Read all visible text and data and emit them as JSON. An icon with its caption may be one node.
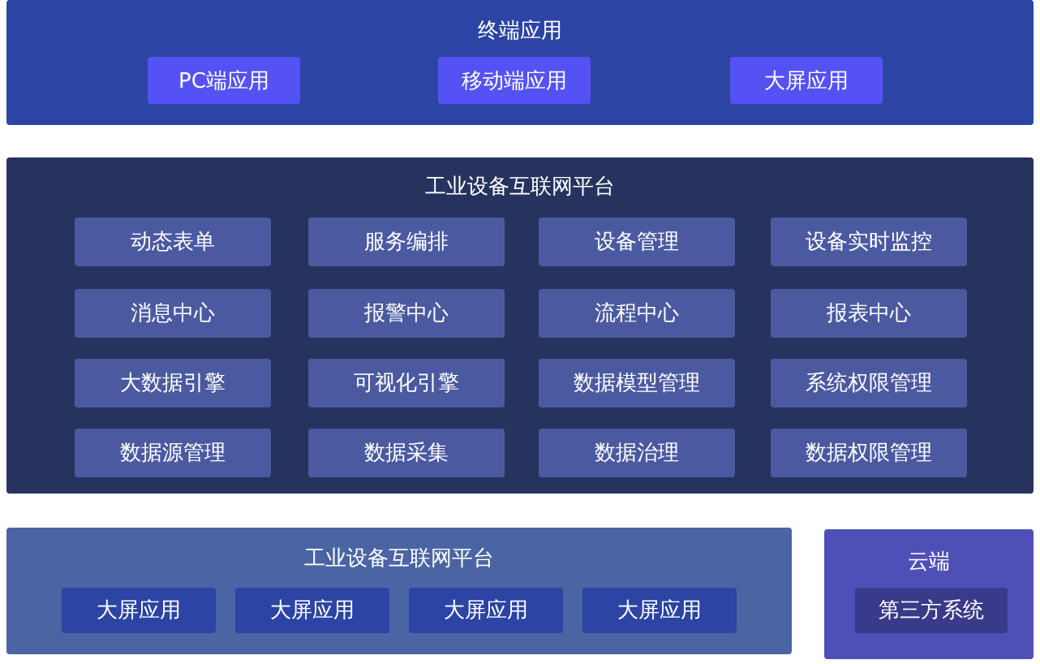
{
  "diagram": {
    "nodes": [
      {
        "text": [
          "终端应用"
        ]
      },
      {
        "text": [
          "PC端应用"
        ],
        "in": 0
      },
      {
        "text": [
          "移动端应用"
        ],
        "in": 0
      },
      {
        "text": [
          "大屏应用"
        ],
        "in": 0
      },
      {
        "text": [
          "工业设备互联网平台"
        ]
      },
      {
        "text": [
          "动态表单"
        ],
        "in": 4
      },
      {
        "text": [
          "服务编排"
        ],
        "in": 4
      },
      {
        "text": [
          "设备管理"
        ],
        "in": 4
      },
      {
        "text": [
          "设备实时监控"
        ],
        "in": 4
      },
      {
        "text": [
          "消息中心"
        ],
        "in": 4
      },
      {
        "text": [
          "报警中心"
        ],
        "in": 4
      },
      {
        "text": [
          "流程中心"
        ],
        "in": 4
      },
      {
        "text": [
          "报表中心"
        ],
        "in": 4
      },
      {
        "text": [
          "大数据引擎"
        ],
        "in": 4
      },
      {
        "text": [
          "可视化引擎"
        ],
        "in": 4
      },
      {
        "text": [
          "数据模型管理"
        ],
        "in": 4
      },
      {
        "text": [
          "系统权限管理"
        ],
        "in": 4
      },
      {
        "text": [
          "数据源管理"
        ],
        "in": 4
      },
      {
        "text": [
          "数据采集"
        ],
        "in": 4
      },
      {
        "text": [
          "数据治理"
        ],
        "in": 4
      },
      {
        "text": [
          "数据权限管理"
        ],
        "in": 4
      },
      {
        "text": [
          "工业设备互联网平台"
        ]
      },
      {
        "text": [
          "大屏应用"
        ],
        "in": 21
      },
      {
        "text": [
          "大屏应用"
        ],
        "in": 21
      },
      {
        "text": [
          "大屏应用"
        ],
        "in": 21
      },
      {
        "text": [
          "大屏应用"
        ],
        "in": 21
      },
      {
        "text": [
          "云端"
        ]
      },
      {
        "text": [
          "第三方系统"
        ],
        "in": 26
      }
    ]
  }
}
